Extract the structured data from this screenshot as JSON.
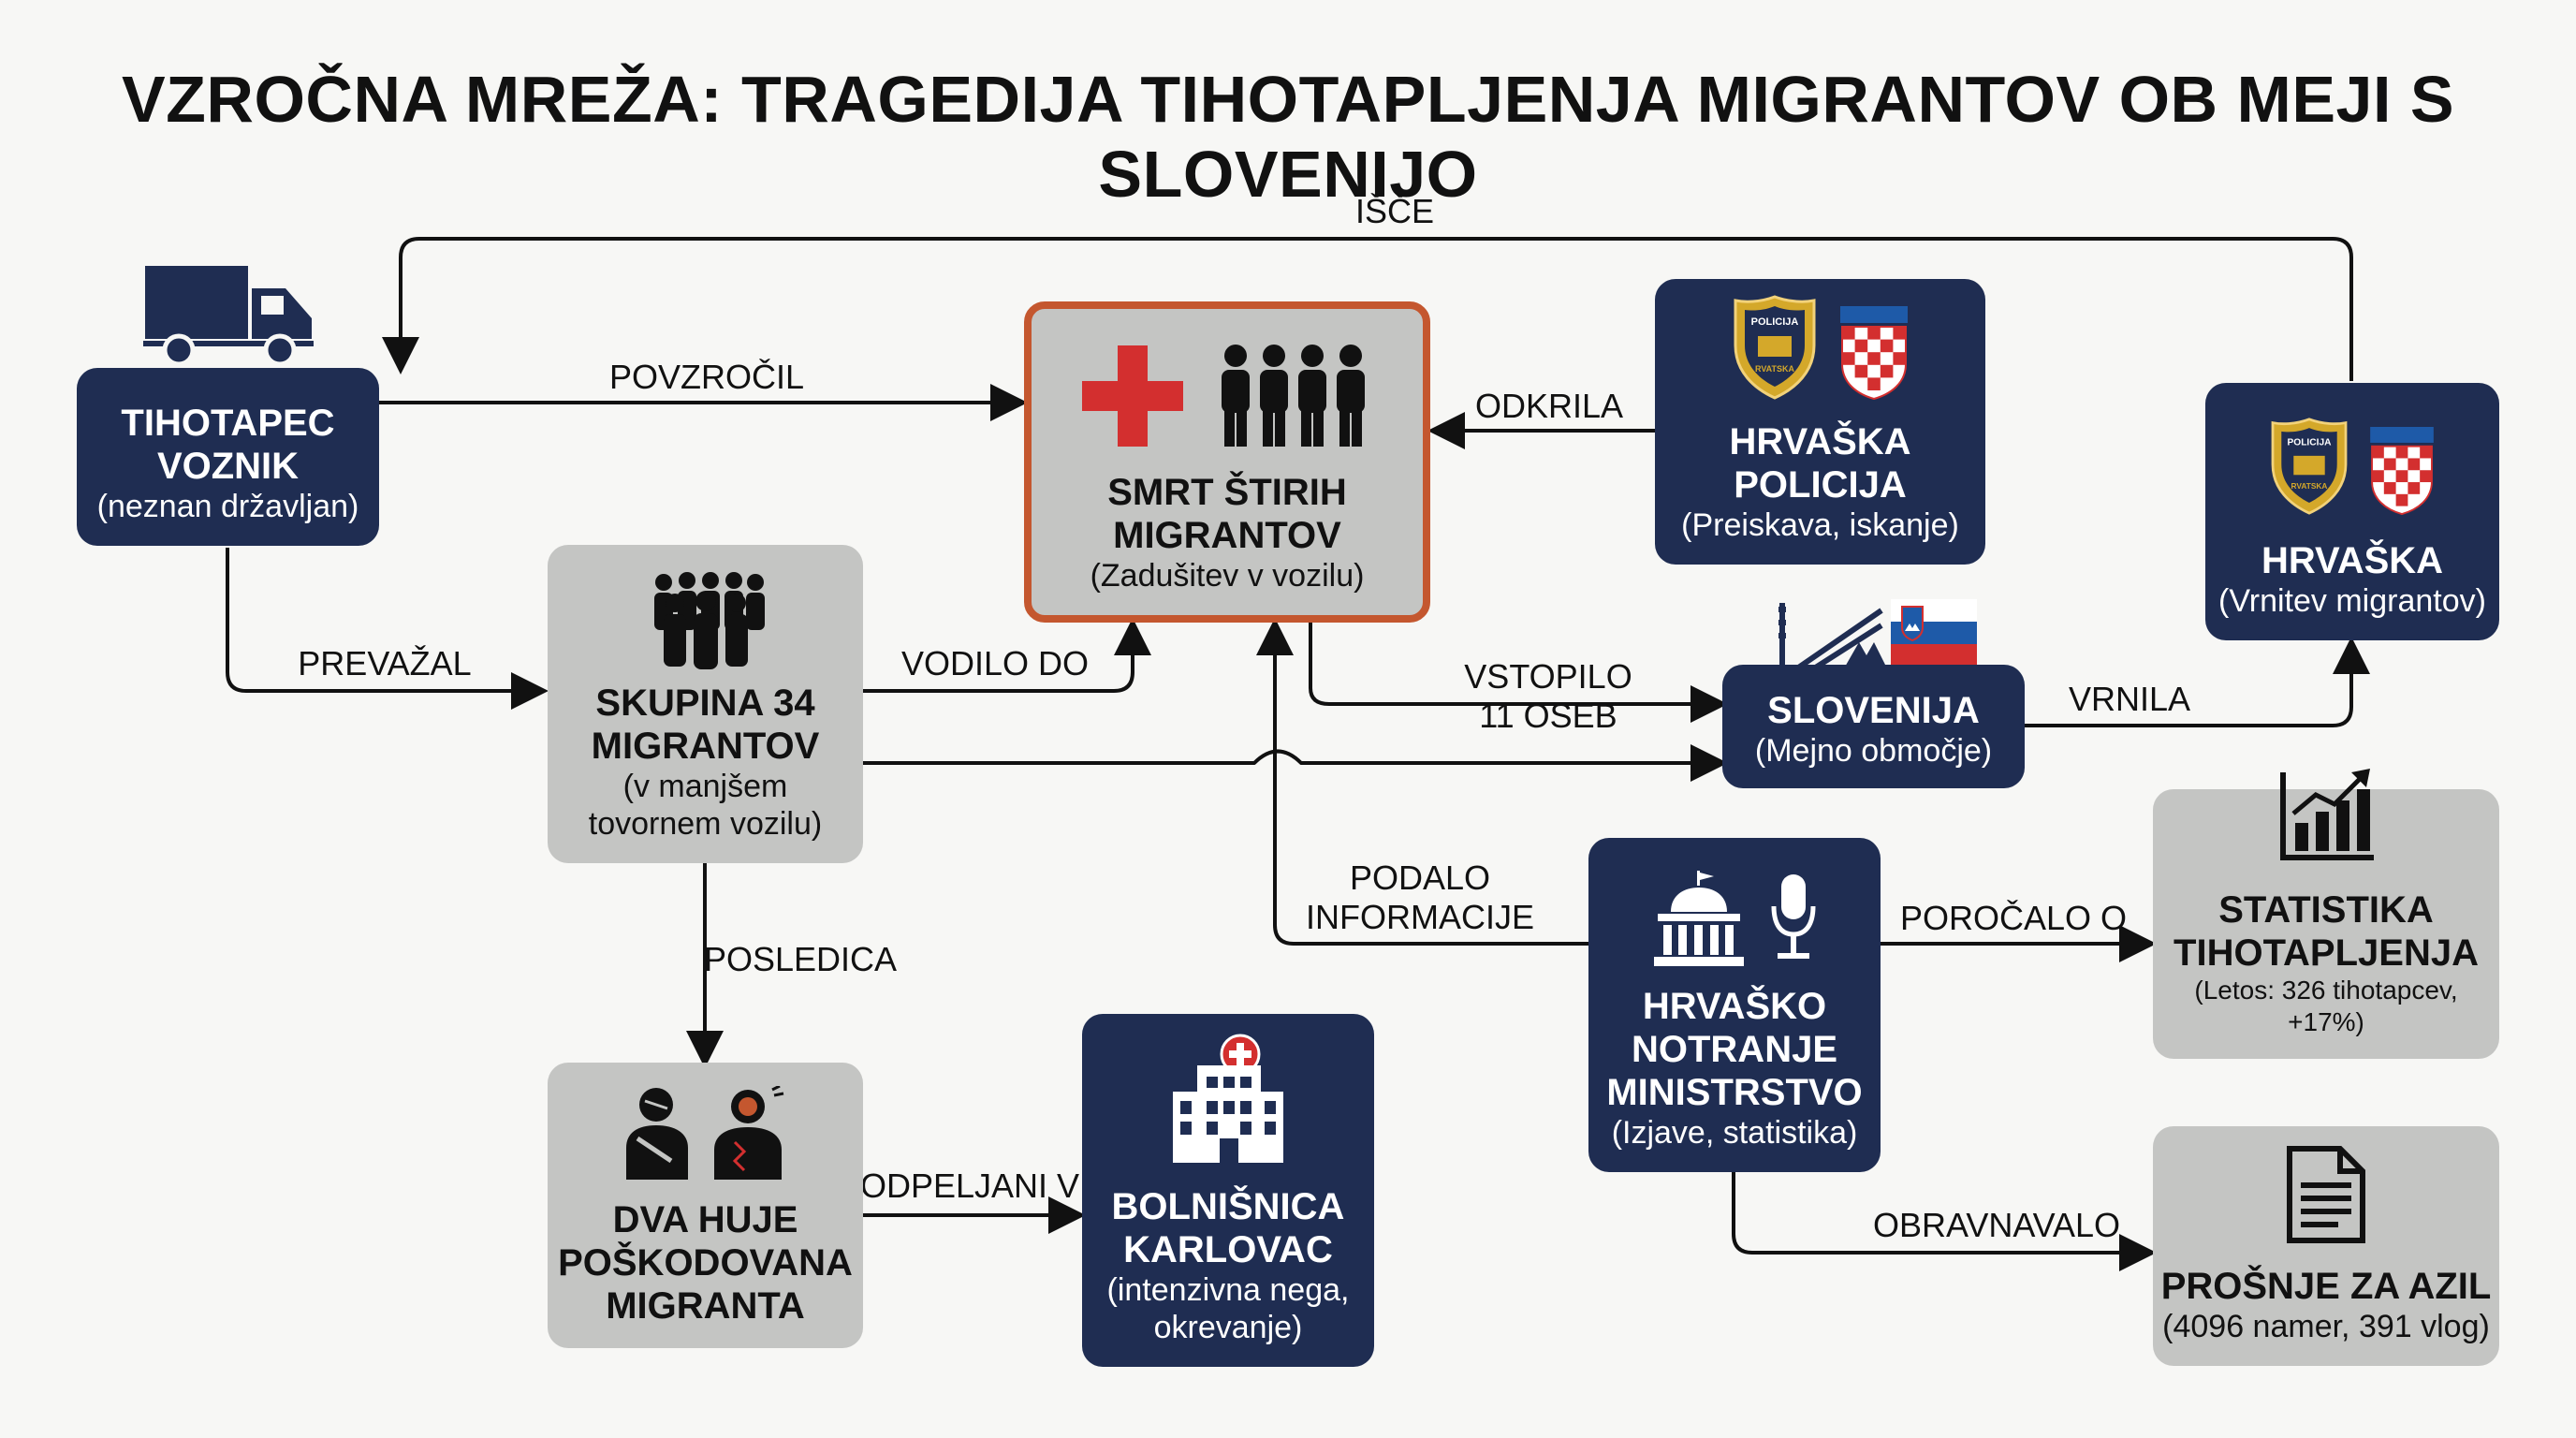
{
  "title": "VZROČNA MREŽA: TRAGEDIJA TIHOTAPLJENJA MIGRANTOV OB MEJI S SLOVENIJO",
  "colors": {
    "dark_node": "#1f2d52",
    "light_node": "#c4c5c3",
    "focus_border": "#c4572f",
    "red_cross": "#d32f2f",
    "arrow": "#111111"
  },
  "nodes": {
    "driver": {
      "title": "TIHOTAPEC\nVOZNIK",
      "subtitle": "(neznan državljan)",
      "icon": "truck-icon"
    },
    "group": {
      "title": "SKUPINA 34\nMIGRANTOV",
      "subtitle": "(v manjšem\ntovornem vozilu)",
      "icon": "crowd-icon"
    },
    "death": {
      "title": "SMRT ŠTIRIH\nMIGRANTOV",
      "subtitle": "(Zadušitev v vozilu)",
      "icon": "medical-cross-icon"
    },
    "police": {
      "title": "HRVAŠKA\nPOLICIJA",
      "subtitle": "(Preiskava, iskanje)",
      "badge_text": "POLICIJA",
      "badge_sub": "RVATSKA",
      "icon": "police-badge-icon"
    },
    "croatia": {
      "title": "HRVAŠKA",
      "subtitle": "(Vrnitev migrantov)",
      "badge_text": "POLICIJA",
      "badge_sub": "RVATSKA",
      "icon": "croatian-flag-icon"
    },
    "slovenia": {
      "title": "SLOVENIJA",
      "subtitle": "(Mejno območje)",
      "icon": "slovenian-flag-icon"
    },
    "ministry": {
      "title": "HRVAŠKO\nNOTRANJE\nMINISTRSTVO",
      "subtitle": "(Izjave, statistika)",
      "icon": "government-building-icon"
    },
    "stats": {
      "title": "STATISTIKA\nTIHOTAPLJENJA",
      "subtitle": "(Letos: 326 tihotapcev, +17%)",
      "icon": "bar-chart-icon"
    },
    "asylum": {
      "title": "PROŠNJE ZA AZIL",
      "subtitle": "(4096 namer, 391 vlog)",
      "icon": "document-icon"
    },
    "injured": {
      "title": "DVA HUJE\nPOŠKODOVANA\nMIGRANTA",
      "icon": "injured-people-icon"
    },
    "hospital": {
      "title": "BOLNIŠNICA\nKARLOVAC",
      "subtitle": "(intenzivna nega,\nokrevanje)",
      "icon": "hospital-icon"
    }
  },
  "edges": [
    {
      "id": "povzrocil",
      "label": "POVZROČIL"
    },
    {
      "id": "prevazal",
      "label": "PREVAŽAL"
    },
    {
      "id": "vodilo",
      "label": "VODILO DO"
    },
    {
      "id": "odkrila",
      "label": "ODKRILA"
    },
    {
      "id": "isce",
      "label": "IŠČE"
    },
    {
      "id": "vstopilo",
      "label": "VSTOPILO\n11 OSEB"
    },
    {
      "id": "vrnila",
      "label": "VRNILA"
    },
    {
      "id": "podalo",
      "label": "PODALO\nINFORMACIJE"
    },
    {
      "id": "porocalo",
      "label": "POROČALO O"
    },
    {
      "id": "posledica",
      "label": "POSLEDICA"
    },
    {
      "id": "odpeljani",
      "label": "ODPELJANI V"
    },
    {
      "id": "obravnavalo",
      "label": "OBRAVNAVALO"
    },
    {
      "id": "group-slovenia",
      "label": ""
    }
  ]
}
